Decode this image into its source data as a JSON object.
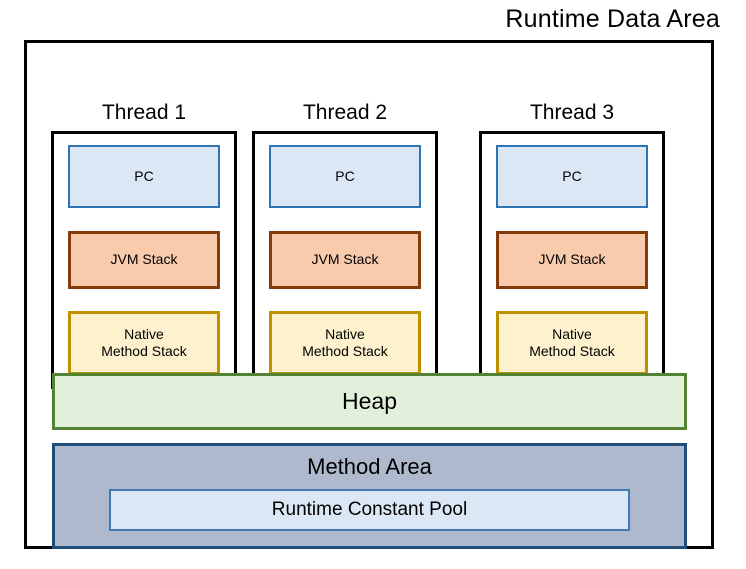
{
  "diagram": {
    "title": "Runtime Data Area",
    "threads": [
      {
        "label": "Thread 1",
        "pc": "PC",
        "jvm_stack": "JVM Stack",
        "native_stack_line1": "Native",
        "native_stack_line2": "Method Stack"
      },
      {
        "label": "Thread 2",
        "pc": "PC",
        "jvm_stack": "JVM Stack",
        "native_stack_line1": "Native",
        "native_stack_line2": "Method Stack"
      },
      {
        "label": "Thread 3",
        "pc": "PC",
        "jvm_stack": "JVM Stack",
        "native_stack_line1": "Native",
        "native_stack_line2": "Method Stack"
      }
    ],
    "heap": {
      "label": "Heap"
    },
    "method_area": {
      "label": "Method Area",
      "runtime_constant_pool": "Runtime Constant Pool"
    },
    "colors": {
      "outer_border": "#000000",
      "thread_border": "#000000",
      "pc_fill": "#dce7f5",
      "pc_border": "#2e75b6",
      "jvm_stack_fill": "#f8cbad",
      "jvm_stack_border": "#843c0c",
      "native_stack_fill": "#fdf2cd",
      "native_stack_border": "#bf9000",
      "heap_fill": "#e2efda",
      "heap_border": "#548235",
      "method_area_fill": "#aeb9ce",
      "method_area_border": "#1f4e79",
      "rcp_fill": "#dce7f5",
      "rcp_border": "#417ab0"
    }
  }
}
